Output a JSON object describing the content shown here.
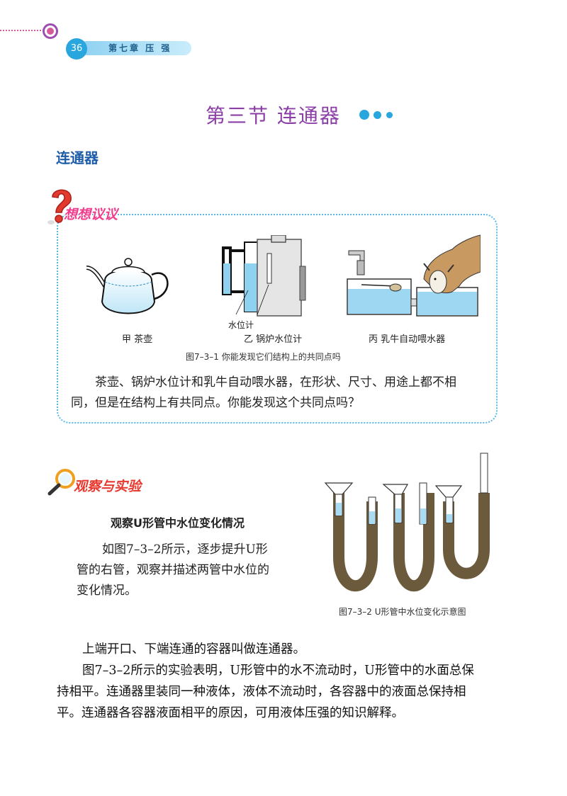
{
  "header": {
    "page_number": "36",
    "chapter": "第七章  压  强"
  },
  "section_title": "第三节    连通器",
  "subsection_title": "连通器",
  "think": {
    "label": "想想议议",
    "items": [
      {
        "caption": "甲  茶壶"
      },
      {
        "caption": "乙  锅炉水位计",
        "callout": "水位计"
      },
      {
        "caption": "丙  乳牛自动喂水器"
      }
    ],
    "figure_caption": "图7–3–1   你能发现它们结构上的共同点吗",
    "paragraph_line1": "茶壶、锅炉水位计和乳牛自动喂水器，在形状、尺寸、用途上都不相",
    "paragraph_line2": "同，但是在结构上有共同点。你能发现这个共同点吗？"
  },
  "observe": {
    "label": "观察与实验",
    "title": "观察U形管中水位变化情况",
    "text_line1": "如图7–3–2所示，逐步提升U形",
    "text_line2": "管的右管，观察并描述两管中水位的",
    "text_line3": "变化情况。",
    "figure_caption": "图7–3–2   U形管中水位变化示意图"
  },
  "body": {
    "line1": "上端开口、下端连通的容器叫做连通器。",
    "line2": "图7–3–2所示的实验表明，U形管中的水不流动时，U形管中的水面总保",
    "line3": "持相平。连通器里装同一种液体，液体不流动时，各容器中的液面总保持相",
    "line4": "平。连通器各容器液面相平的原因，可用液体压强的知识解释。"
  }
}
